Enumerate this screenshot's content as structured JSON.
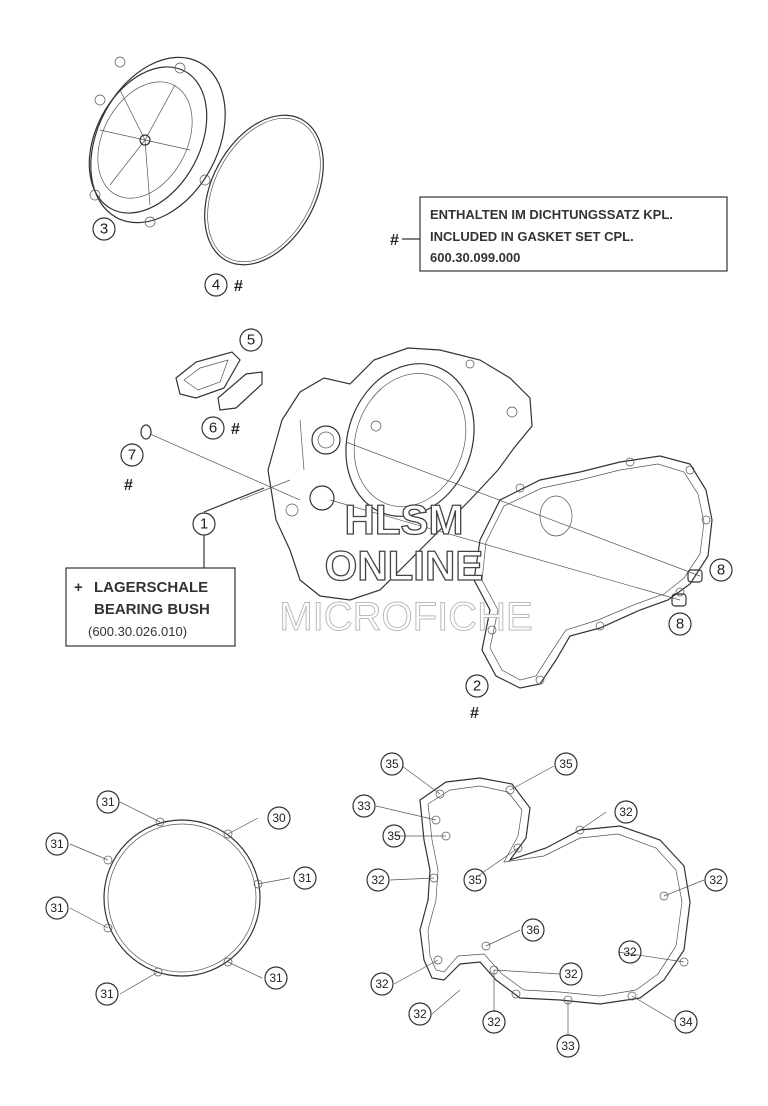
{
  "note_gasket": {
    "marker": "#",
    "lines": [
      "ENTHALTEN IM DICHTUNGSSATZ KPL.",
      "INCLUDED IN GASKET SET CPL.",
      "600.30.099.000"
    ]
  },
  "note_bearing": {
    "marker": "+",
    "lines": [
      "LAGERSCHALE",
      "BEARING BUSH",
      "(600.30.026.010)"
    ]
  },
  "watermark": {
    "line1": "HLSM",
    "line2": "ONLINE",
    "line3": "MICROFICHE"
  },
  "callouts": {
    "c1": "1",
    "c2": "2",
    "c3": "3",
    "c4": "4",
    "c5": "5",
    "c6": "6",
    "c7": "7",
    "c8a": "8",
    "c8b": "8",
    "c30": "30",
    "c31a": "31",
    "c31b": "31",
    "c31c": "31",
    "c31d": "31",
    "c31e": "31",
    "c31f": "31",
    "c32a": "32",
    "c32b": "32",
    "c32c": "32",
    "c32d": "32",
    "c32e": "32",
    "c32f": "32",
    "c32g": "32",
    "c32h": "32",
    "c33a": "33",
    "c33b": "33",
    "c34": "34",
    "c35a": "35",
    "c35b": "35",
    "c35c": "35",
    "c35d": "35",
    "c36": "36"
  },
  "hash_marks": {
    "h4": "#",
    "h6": "#",
    "h7": "#",
    "h2": "#"
  }
}
